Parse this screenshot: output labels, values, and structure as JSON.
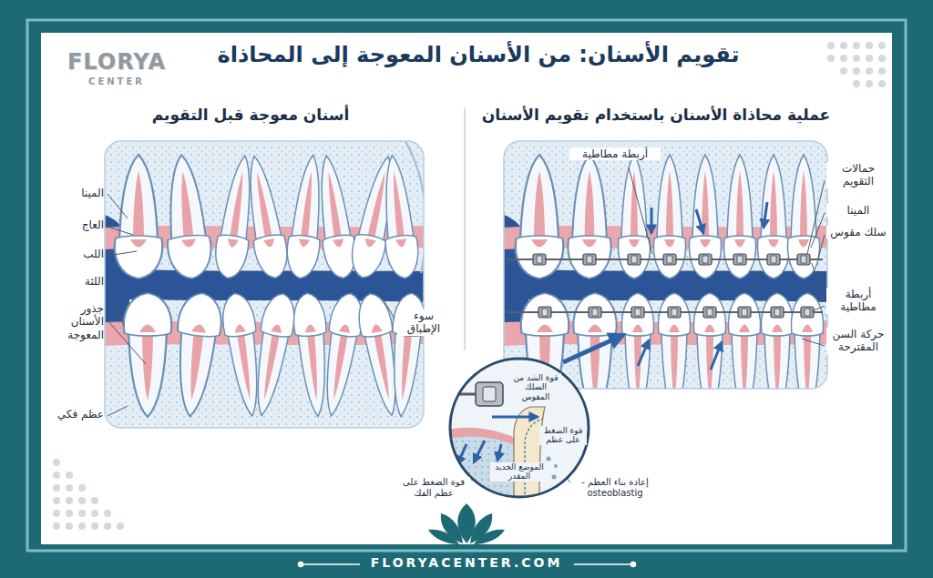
{
  "diagram": {
    "title": "تقويم الأسنان: من الأسنان المعوجة إلى المحاذاة",
    "nodes": [
      {
        "text": [
          "أسنان معوجة قبل التقويم"
        ]
      },
      {
        "text": [
          "عملية محاذاة الأسنان باستخدام تقويم الأسنان"
        ]
      },
      {
        "text": [
          "قوة الشد من السلك المقوس",
          "قوة الضغط على عظم",
          "الموضع الجديد المقدر"
        ],
        "in": 1
      }
    ],
    "labels": [
      "FLORYA",
      "CENTER",
      "المينا",
      "العاج",
      "اللب",
      "اللثة",
      "جذور الأسنان المعوجة",
      "عظم فكي",
      "سوء الإطباق",
      "أربطة مطاطية",
      "حمالات التقويم",
      "المينا",
      "سلك مقوس",
      "أربطة مطاطية",
      "حركة السن المقترحة",
      "إعادة بناء العظم - osteoblastig",
      "قوة الضغط على عظم الفك",
      "FLORYACENTER.COM"
    ]
  }
}
